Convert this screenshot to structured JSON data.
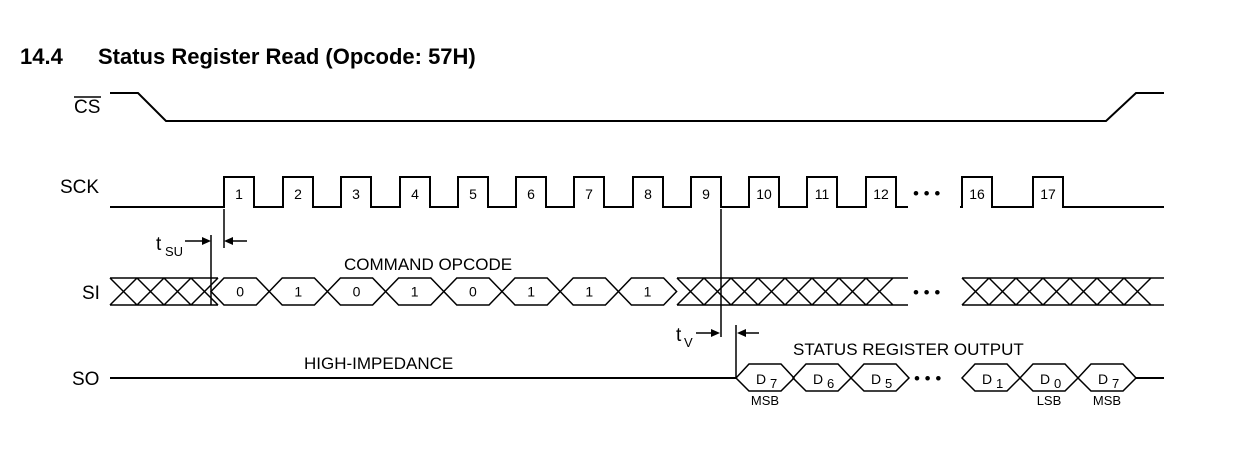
{
  "heading": {
    "number": "14.4",
    "title": "Status Register Read (Opcode: 57H)"
  },
  "signals": {
    "cs": "CS",
    "sck": "SCK",
    "si": "SI",
    "so": "SO"
  },
  "clock_cycles": [
    "1",
    "2",
    "3",
    "4",
    "5",
    "6",
    "7",
    "8",
    "9",
    "10",
    "11",
    "12",
    "16",
    "17"
  ],
  "ellipsis": "• • •",
  "si_caption": "COMMAND OPCODE",
  "si_bits": [
    "0",
    "1",
    "0",
    "1",
    "0",
    "1",
    "1",
    "1"
  ],
  "timing": {
    "tsu": {
      "main": "t",
      "sub": "SU"
    },
    "tv": {
      "main": "t",
      "sub": "V"
    }
  },
  "so_high_z": "HIGH-IMPEDANCE",
  "so_caption": "STATUS REGISTER OUTPUT",
  "so_bits": [
    {
      "main": "D",
      "sub": "7",
      "note": "MSB"
    },
    {
      "main": "D",
      "sub": "6",
      "note": ""
    },
    {
      "main": "D",
      "sub": "5",
      "note": ""
    },
    {
      "main": "D",
      "sub": "1",
      "note": ""
    },
    {
      "main": "D",
      "sub": "0",
      "note": "LSB"
    },
    {
      "main": "D",
      "sub": "7",
      "note": "MSB"
    }
  ]
}
